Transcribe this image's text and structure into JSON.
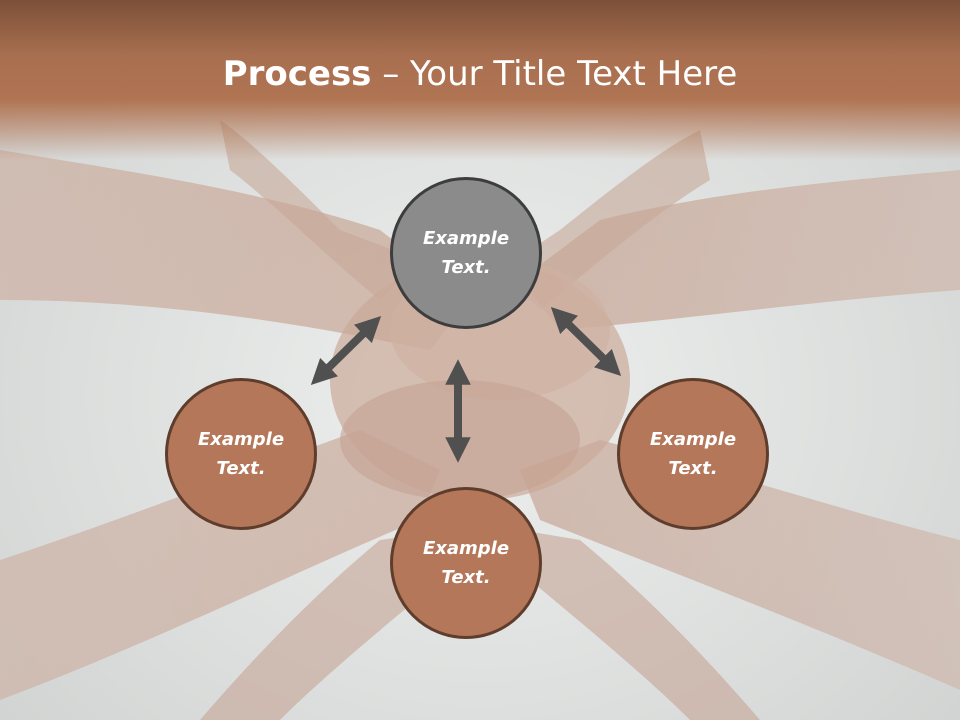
{
  "slide": {
    "title_bold": "Process",
    "title_rest": " – Your Title Text Here"
  },
  "nodes": {
    "top": "Example Text.",
    "left": "Example Text.",
    "bottom": "Example Text.",
    "right": "Example Text."
  },
  "colors": {
    "header": "#a86f50",
    "node_fill": "#b5775a",
    "node_border": "#5e3d2c",
    "center_fill": "#8b8b8b",
    "arrow": "#505050"
  }
}
